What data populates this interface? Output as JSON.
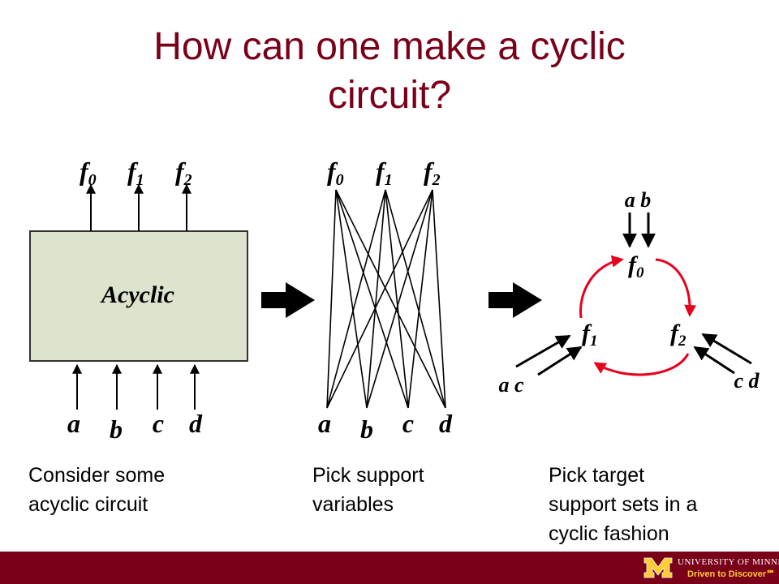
{
  "title": {
    "line1": "How can one make a cyclic",
    "line2": "circuit?"
  },
  "left": {
    "block_label": "Acyclic",
    "outputs": [
      {
        "f": "f",
        "sub": "0"
      },
      {
        "f": "f",
        "sub": "1"
      },
      {
        "f": "f",
        "sub": "2"
      }
    ],
    "inputs": [
      "a",
      "b",
      "c",
      "d"
    ],
    "caption": {
      "line1": "Consider some",
      "line2": "acyclic circuit"
    }
  },
  "middle": {
    "outputs": [
      {
        "f": "f",
        "sub": "0"
      },
      {
        "f": "f",
        "sub": "1"
      },
      {
        "f": "f",
        "sub": "2"
      }
    ],
    "inputs": [
      "a",
      "b",
      "c",
      "d"
    ],
    "caption": {
      "line1": "Pick support",
      "line2": "variables"
    }
  },
  "right": {
    "nodes": [
      {
        "f": "f",
        "sub": "0"
      },
      {
        "f": "f",
        "sub": "1"
      },
      {
        "f": "f",
        "sub": "2"
      }
    ],
    "support_top": "a b",
    "support_left": "a c",
    "support_right": "c d",
    "caption": {
      "line1": "Pick target",
      "line2": "support sets in a",
      "line3": "cyclic fashion"
    }
  },
  "footer": {
    "university": "UNIVERSITY OF MINNESOTA",
    "tagline": "Driven to Discover℠"
  },
  "colors": {
    "title": "#7a0019",
    "footer": "#7a0019",
    "block_fill": "#dde3cc",
    "cycle": "#e8001c",
    "gold": "#ffcc33"
  }
}
